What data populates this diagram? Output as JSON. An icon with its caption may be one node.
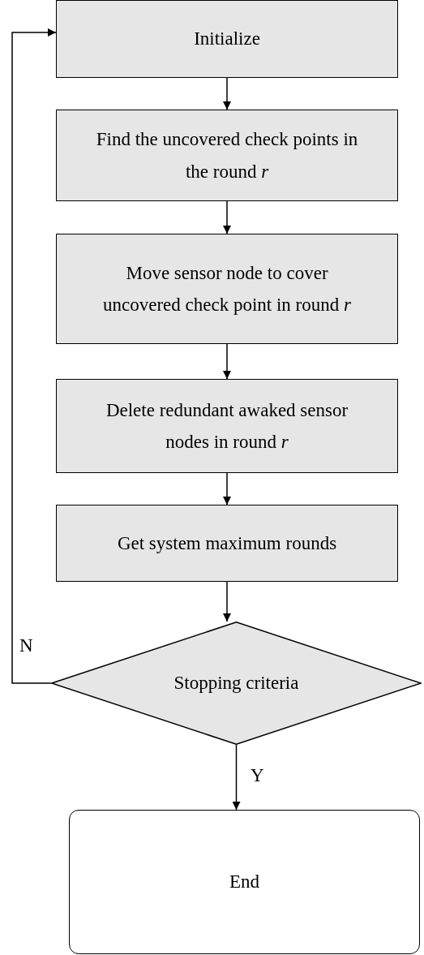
{
  "diagram": {
    "nodes": [
      {
        "text": [
          "Initialize"
        ]
      },
      {
        "text": [
          "Find the uncovered check points in the round *r*"
        ]
      },
      {
        "text": [
          "Move sensor node to cover uncovered check point in round *r*"
        ]
      },
      {
        "text": [
          "Delete redundant awaked sensor nodes in round *r*"
        ]
      },
      {
        "text": [
          "Get system maximum rounds"
        ]
      },
      {
        "text": [
          "Stopping criteria"
        ]
      },
      {
        "text": [
          "End"
        ]
      }
    ],
    "edges": [
      {
        "from": 0,
        "to": 1,
        "arrow": "to"
      },
      {
        "from": 1,
        "to": 2,
        "arrow": "to"
      },
      {
        "from": 2,
        "to": 3,
        "arrow": "to"
      },
      {
        "from": 3,
        "to": 4,
        "arrow": "to"
      },
      {
        "from": 4,
        "to": 5,
        "arrow": "to"
      },
      {
        "from": 5,
        "to": 0,
        "arrow": "to",
        "label": "N"
      },
      {
        "from": 5,
        "to": 6,
        "arrow": "to",
        "label": "Y"
      }
    ]
  }
}
